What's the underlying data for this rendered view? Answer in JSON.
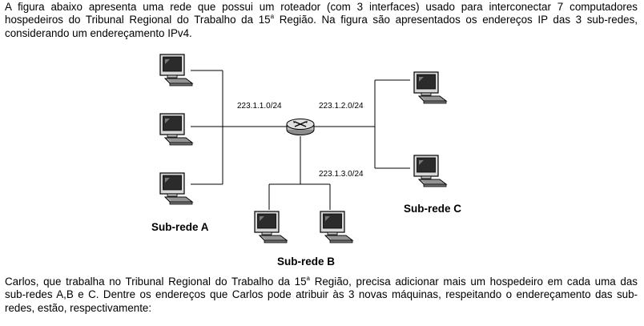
{
  "intro": {
    "line1": "A figura abaixo apresenta uma rede que possui um roteador (com 3 interfaces) usado para interconectar 7 computadores",
    "line2_pre": "hospedeiros do Tribunal Regional do Trabalho da 15",
    "line2_sup": "a",
    "line2_post": " Região. Na figura são apresentados os endereços IP das 3 sub-redes,",
    "line3": "considerando um endereçamento IPv4."
  },
  "diagram": {
    "subnets": [
      {
        "name": "Sub-rede A",
        "network": "223.1.1.0/24",
        "hosts": 3
      },
      {
        "name": "Sub-rede B",
        "network": "223.1.3.0/24",
        "hosts": 2
      },
      {
        "name": "Sub-rede C",
        "network": "223.1.2.0/24",
        "hosts": 2
      }
    ],
    "router_icon": "router-icon",
    "host_icon": "computer-icon"
  },
  "question": {
    "line1_pre": "Carlos, que trabalha no Tribunal Regional do Trabalho da 15",
    "line1_sup": "a",
    "line1_post": " Região, precisa adicionar mais um hospedeiro em cada uma das",
    "line2": "sub-redes A,B e C. Dentre os endereços que Carlos pode atribuir às 3 novas máquinas, respeitando o endereçamento das sub-",
    "line3": "redes, estão, respectivamente:"
  }
}
